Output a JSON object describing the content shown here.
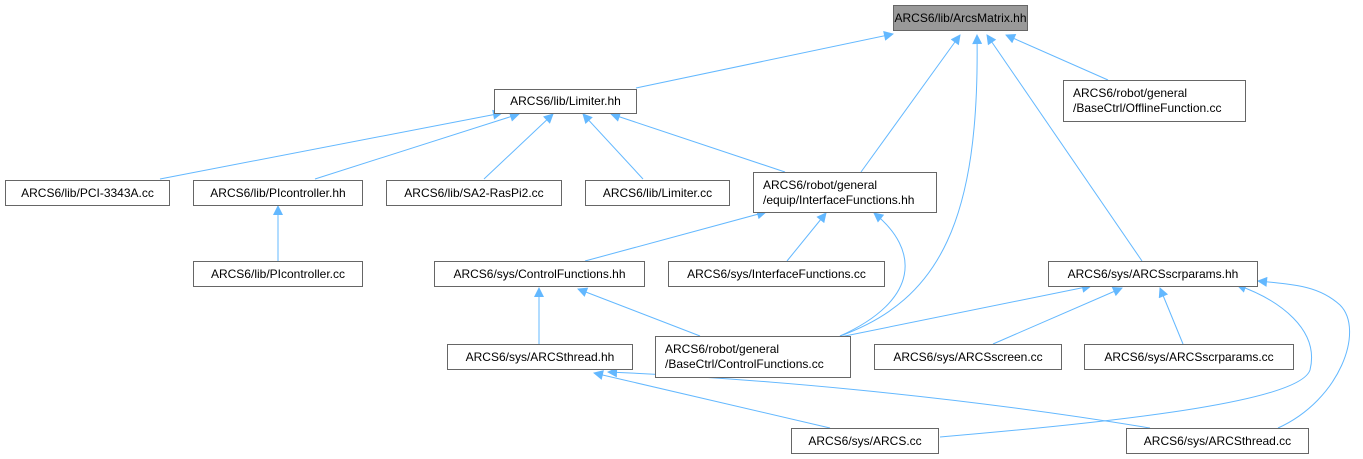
{
  "root": {
    "label": "ARCS6/lib/ArcsMatrix.hh"
  },
  "nodes": {
    "limiter_hh": {
      "label": "ARCS6/lib/Limiter.hh"
    },
    "offline_cc": {
      "line1": "ARCS6/robot/general",
      "line2": "/BaseCtrl/OfflineFunction.cc"
    },
    "pci_cc": {
      "label": "ARCS6/lib/PCI-3343A.cc"
    },
    "picontroller_hh": {
      "label": "ARCS6/lib/PIcontroller.hh"
    },
    "sa2_cc": {
      "label": "ARCS6/lib/SA2-RasPi2.cc"
    },
    "limiter_cc": {
      "label": "ARCS6/lib/Limiter.cc"
    },
    "interface_hh": {
      "line1": "ARCS6/robot/general",
      "line2": "/equip/InterfaceFunctions.hh"
    },
    "picontroller_cc": {
      "label": "ARCS6/lib/PIcontroller.cc"
    },
    "controlfunc_hh": {
      "label": "ARCS6/sys/ControlFunctions.hh"
    },
    "sysinterface_cc": {
      "label": "ARCS6/sys/InterfaceFunctions.cc"
    },
    "arcsscrparams_hh": {
      "label": "ARCS6/sys/ARCSscrparams.hh"
    },
    "arcsthread_hh": {
      "label": "ARCS6/sys/ARCSthread.hh"
    },
    "controlfunc_cc": {
      "line1": "ARCS6/robot/general",
      "line2": "/BaseCtrl/ControlFunctions.cc"
    },
    "arcsscreen_cc": {
      "label": "ARCS6/sys/ARCSscreen.cc"
    },
    "arcsscrparams_cc": {
      "label": "ARCS6/sys/ARCSscrparams.cc"
    },
    "arcs_cc": {
      "label": "ARCS6/sys/ARCS.cc"
    },
    "arcsthread_cc": {
      "label": "ARCS6/sys/ARCSthread.cc"
    }
  },
  "colors": {
    "edge": "#63b8ff",
    "root_fill": "#999999",
    "node_border": "#666666"
  }
}
